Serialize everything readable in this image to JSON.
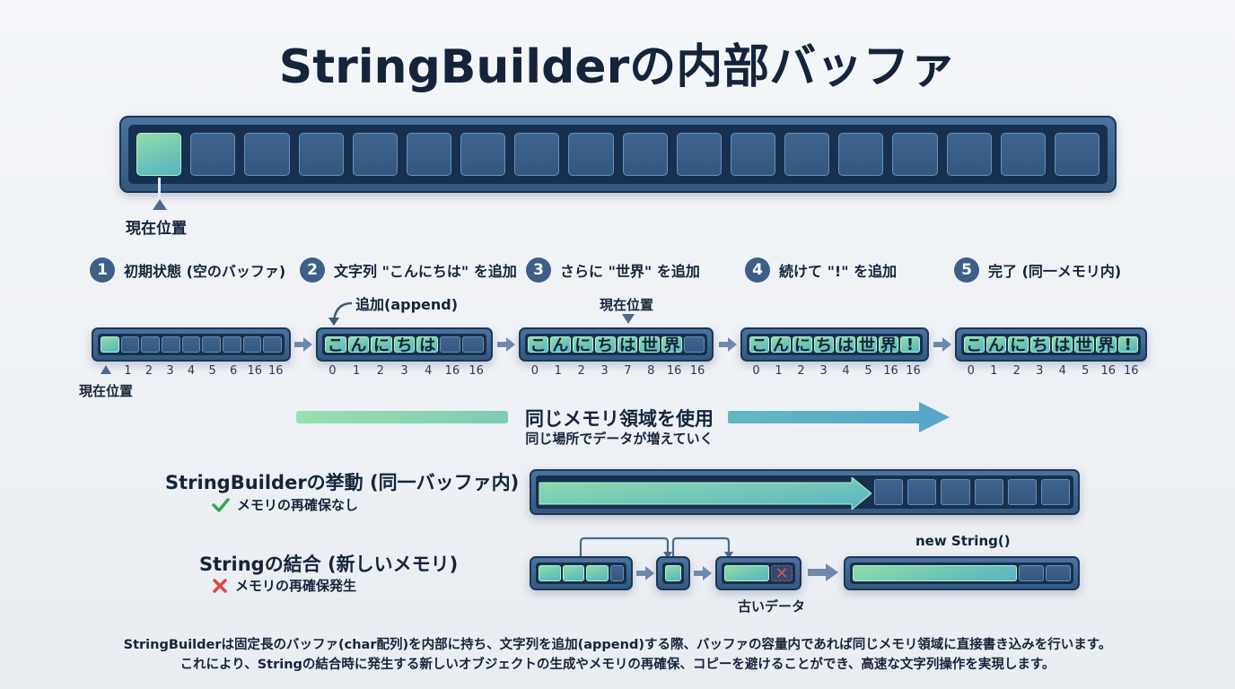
{
  "title": "StringBuilderの内部バッファ",
  "top_buffer": {
    "cell_count": 18,
    "filled_cells": 1,
    "marker_label": "現在位置"
  },
  "steps": [
    {
      "number": "1",
      "title": "初期状態 (空のバッファ)",
      "cells": [
        "",
        "",
        "",
        "",
        "",
        "",
        "",
        "",
        ""
      ],
      "filled": [
        true,
        false,
        false,
        false,
        false,
        false,
        false,
        false,
        false
      ],
      "indices": [
        "",
        "1",
        "2",
        "3",
        "4",
        "5",
        "6",
        "16",
        "16"
      ],
      "marker_label": "現在位置"
    },
    {
      "number": "2",
      "title": "文字列 \"こんにちは\" を追加",
      "cells": [
        "こ",
        "ん",
        "に",
        "ち",
        "は",
        "",
        ""
      ],
      "filled": [
        true,
        true,
        true,
        true,
        true,
        false,
        false
      ],
      "indices": [
        "0",
        "1",
        "2",
        "3",
        "4",
        "16",
        "16"
      ],
      "annotation": "追加(append)"
    },
    {
      "number": "3",
      "title": "さらに \"世界\" を追加",
      "cells": [
        "こ",
        "ん",
        "に",
        "ち",
        "は",
        "世",
        "界",
        ""
      ],
      "filled": [
        true,
        true,
        true,
        true,
        true,
        true,
        true,
        false
      ],
      "indices": [
        "0",
        "1",
        "2",
        "3",
        "7",
        "8",
        "16",
        "16"
      ],
      "marker_label": "現在位置"
    },
    {
      "number": "4",
      "title": "続けて \"!\" を追加",
      "cells": [
        "こ",
        "ん",
        "に",
        "ち",
        "は",
        "世",
        "界",
        "!"
      ],
      "filled": [
        true,
        true,
        true,
        true,
        true,
        true,
        true,
        true
      ],
      "indices": [
        "0",
        "1",
        "2",
        "3",
        "4",
        "5",
        "16",
        "16"
      ]
    },
    {
      "number": "5",
      "title": "完了 (同一メモリ内)",
      "cells": [
        "こ",
        "ん",
        "に",
        "ち",
        "は",
        "世",
        "界",
        "!"
      ],
      "filled": [
        true,
        true,
        true,
        true,
        true,
        true,
        true,
        true
      ],
      "indices": [
        "0",
        "1",
        "2",
        "3",
        "4",
        "5",
        "16",
        "16"
      ]
    }
  ],
  "memory_band": {
    "label": "同じメモリ領域を使用",
    "sublabel": "同じ場所でデータが増えていく"
  },
  "comparison": {
    "stringbuilder": {
      "title": "StringBuilderの挙動 (同一バッファ内)",
      "note": "メモリの再確保なし",
      "note_icon": "check-icon",
      "empty_cells": 6
    },
    "string": {
      "title": "Stringの結合 (新しいメモリ)",
      "note": "メモリの再確保発生",
      "note_icon": "cross-icon",
      "old_data_label": "古いデータ",
      "new_label": "new String()"
    }
  },
  "colors": {
    "buffer_frame": "#3d6590",
    "buffer_inner": "#17304f",
    "cell_filled": "#7fd1b0",
    "title_text": "#15243b",
    "badge": "#3d5f88",
    "check": "#3aa655",
    "cross": "#d84848"
  },
  "footer": {
    "line1": "StringBuilderは固定長のバッファ(char配列)を内部に持ち、文字列を追加(append)する際、バッファの容量内であれば同じメモリ領域に直接書き込みを行います。",
    "line2": "これにより、Stringの結合時に発生する新しいオブジェクトの生成やメモリの再確保、コピーを避けることができ、高速な文字列操作を実現します。"
  }
}
